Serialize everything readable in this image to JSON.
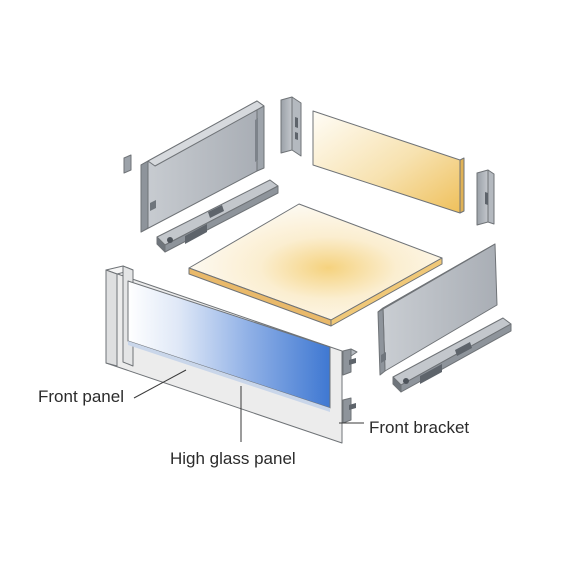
{
  "labels": {
    "front_panel": "Front panel",
    "high_glass_panel": "High glass panel",
    "front_bracket": "Front bracket"
  },
  "colors": {
    "metal_side": "#b9bec4",
    "metal_dark": "#8e949b",
    "glass_blue": "#4f86d8",
    "wood_warm": "#f2c667",
    "wood_light": "#fbf6ea",
    "front_panel": "#eceded"
  }
}
